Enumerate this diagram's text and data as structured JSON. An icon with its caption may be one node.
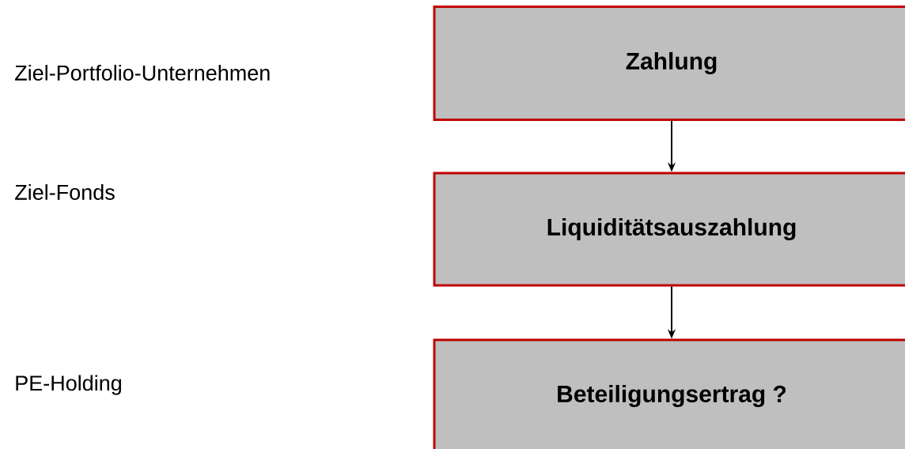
{
  "diagram": {
    "nodes": [
      {
        "text": [
          "Zahlung"
        ]
      },
      {
        "text": [
          "Liquiditätsauszahlung"
        ]
      },
      {
        "text": [
          "Beteiligungsertrag ?"
        ]
      }
    ],
    "edges": [
      {
        "from": 0,
        "to": 1,
        "arrow": "to"
      },
      {
        "from": 1,
        "to": 2,
        "arrow": "to"
      }
    ],
    "labels": [
      "Ziel-Portfolio-Unternehmen",
      "Ziel-Fonds",
      "PE-Holding"
    ]
  }
}
